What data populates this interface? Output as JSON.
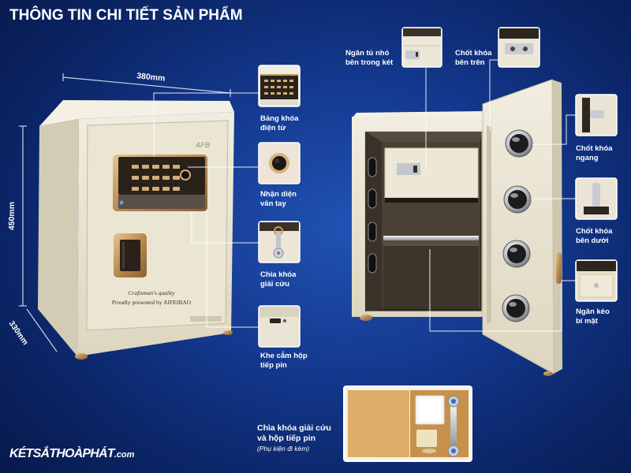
{
  "header": {
    "title": "THÔNG TIN CHI TIẾT SẢN PHẨM"
  },
  "dimensions": {
    "width": "380mm",
    "height": "450mm",
    "depth": "330mm"
  },
  "safe_front": {
    "logo": "AFB",
    "tagline": "Craftsman's quality",
    "signature": "Proudly presented by AIFEIBAO"
  },
  "callouts_left": [
    {
      "label": "Bảng khóa\nđiện tử"
    },
    {
      "label": "Nhận diện\nvân tay"
    },
    {
      "label": "Chìa khóa\ngiải cứu"
    },
    {
      "label": "Khe cắm hộp\ntiếp pin"
    }
  ],
  "callouts_right": [
    {
      "label": "Ngăn tủ nhỏ\nbên trong két"
    },
    {
      "label": "Chốt khóa\nbên trên"
    },
    {
      "label": "Chốt khóa\nngang"
    },
    {
      "label": "Chốt khóa\nbên dưới"
    },
    {
      "label": "Ngăn kéo\nbí mật"
    }
  ],
  "accessories": {
    "label": "Chìa khóa giải cứu\nvà hộp tiếp pin",
    "note": "(Phụ kiện đi kèm)"
  },
  "brand": {
    "name": "KÉTSẮTHOÀPHÁT",
    "suffix": ".com"
  },
  "colors": {
    "background": "#0c2c78",
    "text": "#ffffff",
    "safe_body": "#ebe6d3",
    "gold_trim": "#c49a5a",
    "chrome": "#c9ccd2"
  }
}
